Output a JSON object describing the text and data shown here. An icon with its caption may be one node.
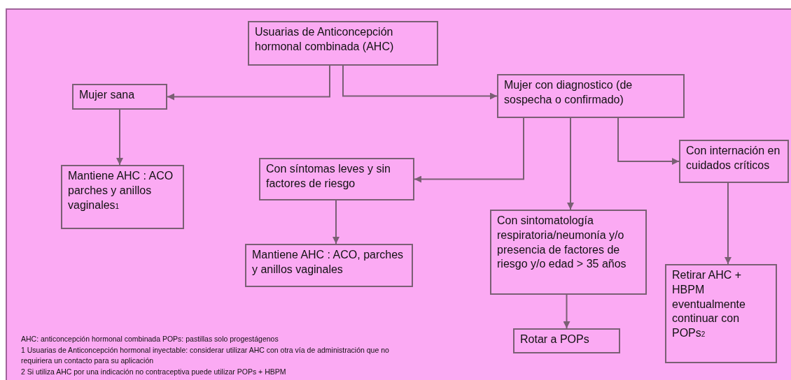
{
  "diagram": {
    "nodes": [
      {
        "text": [
          "Usuarias de Anticoncepción hormonal combinada (AHC)"
        ]
      },
      {
        "text": [
          "Mujer sana"
        ]
      },
      {
        "text": [
          "Mantiene AHC : ACO parches y anillos vaginales$_{1}$"
        ]
      },
      {
        "text": [
          "Mujer con diagnostico (de sospecha o confirmado)"
        ]
      },
      {
        "text": [
          "Con síntomas leves y sin factores de riesgo"
        ]
      },
      {
        "text": [
          "Mantiene AHC : ACO, parches y anillos vaginales"
        ]
      },
      {
        "text": [
          "Con sintomatología respiratoria/neumonía y/o presencia de factores de riesgo y/o edad > 35 años"
        ]
      },
      {
        "text": [
          "Rotar a POPs"
        ]
      },
      {
        "text": [
          "Con internación en cuidados críticos"
        ]
      },
      {
        "text": [
          "Retirar AHC + HBPM eventualmente continuar con POPs$_{2}$"
        ]
      }
    ],
    "edges": [
      {
        "from": 0,
        "to": 1,
        "arrow": "to"
      },
      {
        "from": 0,
        "to": 3,
        "arrow": "to"
      },
      {
        "from": 1,
        "to": 2,
        "arrow": "to"
      },
      {
        "from": 3,
        "to": 4,
        "arrow": "to"
      },
      {
        "from": 3,
        "to": 6,
        "arrow": "to"
      },
      {
        "from": 3,
        "to": 8,
        "arrow": "to"
      },
      {
        "from": 4,
        "to": 5,
        "arrow": "to"
      },
      {
        "from": 6,
        "to": 7,
        "arrow": "to"
      },
      {
        "from": 8,
        "to": 9,
        "arrow": "to"
      }
    ],
    "labels": [
      "AHC: anticoncepción hormonal combinada   POPs: pastillas solo progestágenos",
      "1 Usuarias de Anticoncepción hormonal inyectable: considerar utilizar AHC con otra vía de administración que no requiriera un contacto para su aplicación",
      "2 Si utiliza AHC por una indicación no contraceptiva puede utilizar POPs + HBPM"
    ]
  }
}
